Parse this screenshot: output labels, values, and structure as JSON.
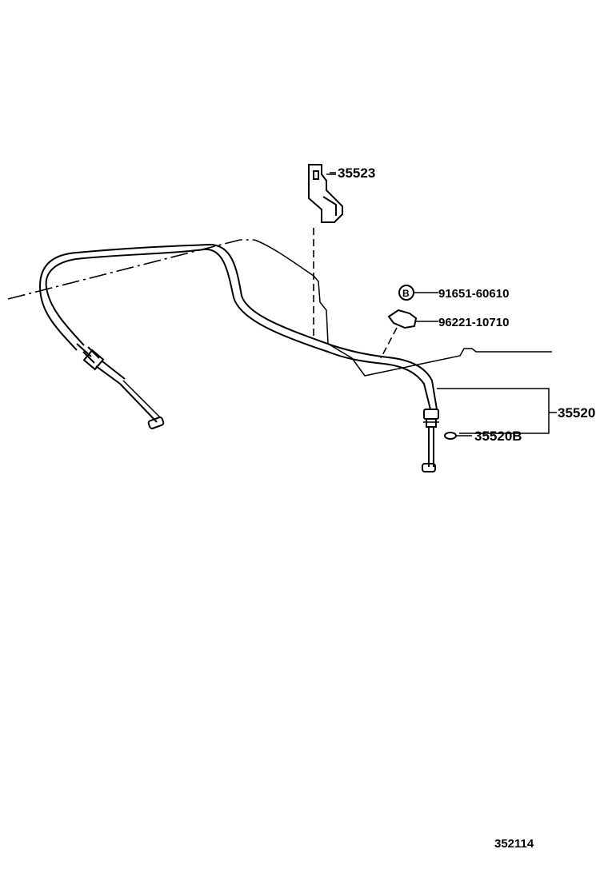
{
  "diagram": {
    "figure_number": "352114",
    "parts": [
      {
        "id": "bracket",
        "number": "35523"
      },
      {
        "id": "clip-b",
        "symbol": "B",
        "number": "91651-60610"
      },
      {
        "id": "clamp",
        "number": "96221-10710"
      },
      {
        "id": "cable-assy",
        "number": "35520"
      },
      {
        "id": "cable-sub",
        "number": "35520B"
      }
    ]
  }
}
